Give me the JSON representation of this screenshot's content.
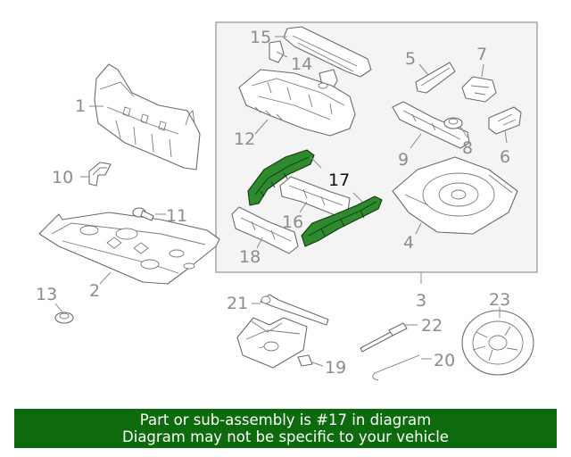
{
  "callouts": {
    "c1": "1",
    "c2": "2",
    "c3": "3",
    "c4": "4",
    "c5": "5",
    "c6": "6",
    "c7": "7",
    "c8": "8",
    "c9": "9",
    "c10": "10",
    "c11": "11",
    "c12": "12",
    "c13": "13",
    "c14": "14",
    "c15": "15",
    "c16": "16",
    "c17": "17",
    "c18": "18",
    "c19": "19",
    "c20": "20",
    "c21": "21",
    "c22": "22",
    "c23": "23"
  },
  "highlighted_part": "17",
  "colors": {
    "highlight_part": "#2f8a2f",
    "banner_background": "#0d6b0d",
    "banner_text": "#ffffff",
    "inset_background": "#f4f4f4"
  },
  "banner": {
    "line1": "Part or sub-assembly is #17 in diagram",
    "line2": "Diagram may not be specific to your vehicle"
  }
}
